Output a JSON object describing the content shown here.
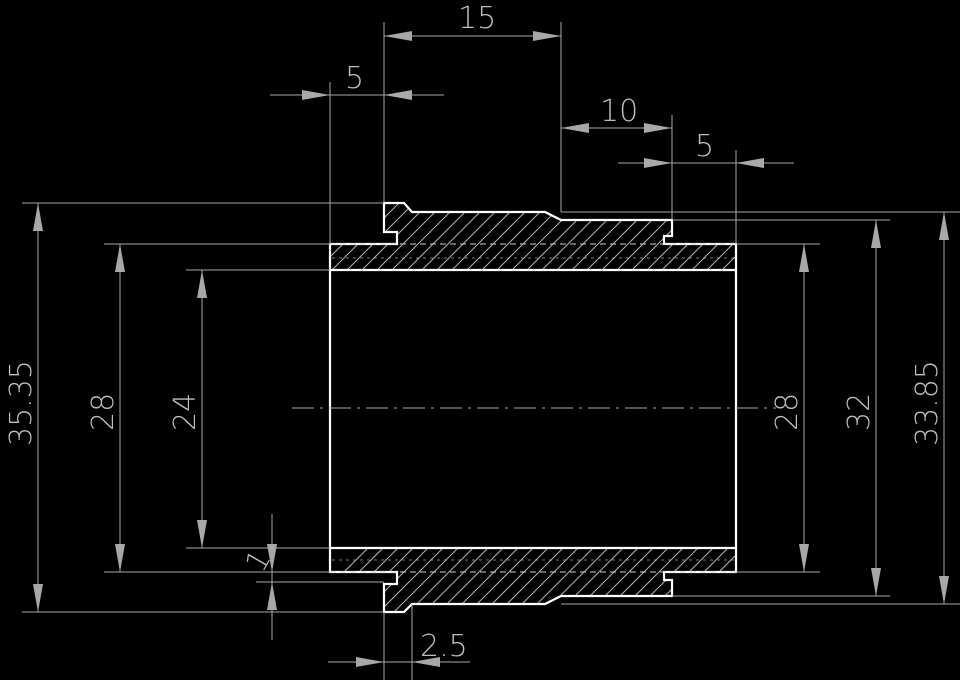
{
  "drawing": {
    "dimensions": {
      "top_15": "15",
      "top_5": "5",
      "top_10": "10",
      "top_5b": "5",
      "left_35_35": "35.35",
      "left_28": "28",
      "left_24": "24",
      "right_28": "28",
      "right_32": "32",
      "right_33_85": "33.85",
      "bottom_1": "1",
      "bottom_2_5": "2.5"
    },
    "colors": {
      "background": "#000000",
      "outline": "#ffffff",
      "dimension": "#a8a8a8"
    }
  }
}
